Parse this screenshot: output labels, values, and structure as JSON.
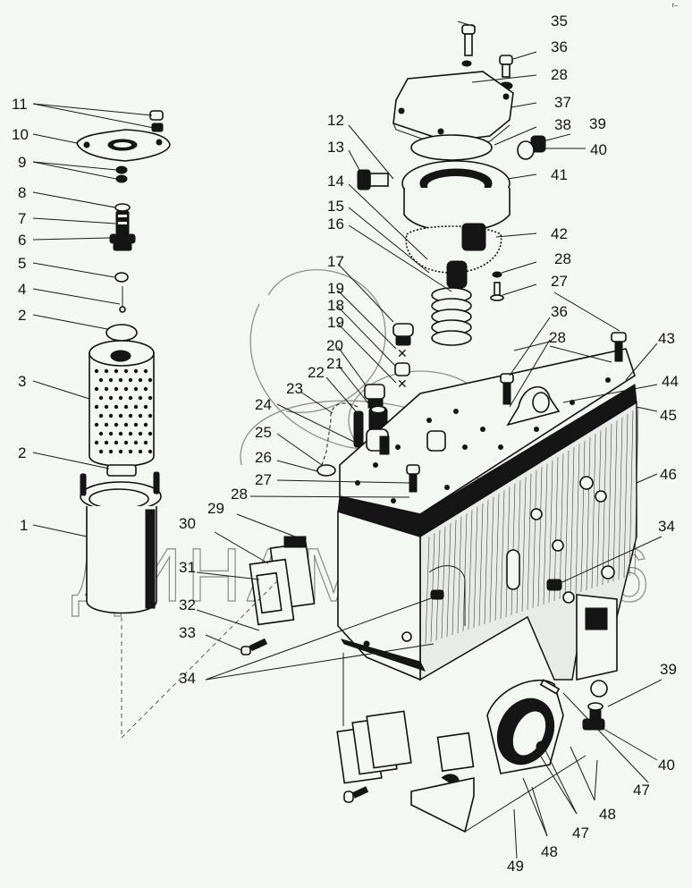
{
  "diagram": {
    "watermark": "ДИНАМИКА 76",
    "corner_mark": "r–",
    "colors": {
      "background": "#f4f8f2",
      "ink": "#141414",
      "watermark": "#8a8a8a"
    },
    "callouts": [
      {
        "id": "c1",
        "text": "1"
      },
      {
        "id": "c2a",
        "text": "2"
      },
      {
        "id": "c2b",
        "text": "2"
      },
      {
        "id": "c3",
        "text": "3"
      },
      {
        "id": "c4",
        "text": "4"
      },
      {
        "id": "c5",
        "text": "5"
      },
      {
        "id": "c6",
        "text": "6"
      },
      {
        "id": "c7",
        "text": "7"
      },
      {
        "id": "c8",
        "text": "8"
      },
      {
        "id": "c9",
        "text": "9"
      },
      {
        "id": "c10",
        "text": "10"
      },
      {
        "id": "c11",
        "text": "11"
      },
      {
        "id": "c12",
        "text": "12"
      },
      {
        "id": "c13",
        "text": "13"
      },
      {
        "id": "c14",
        "text": "14"
      },
      {
        "id": "c15",
        "text": "15"
      },
      {
        "id": "c16",
        "text": "16"
      },
      {
        "id": "c17",
        "text": "17"
      },
      {
        "id": "c19a",
        "text": "19"
      },
      {
        "id": "c18",
        "text": "18"
      },
      {
        "id": "c19b",
        "text": "19"
      },
      {
        "id": "c20",
        "text": "20"
      },
      {
        "id": "c21",
        "text": "21"
      },
      {
        "id": "c22",
        "text": "22"
      },
      {
        "id": "c23",
        "text": "23"
      },
      {
        "id": "c24",
        "text": "24"
      },
      {
        "id": "c25",
        "text": "25"
      },
      {
        "id": "c26",
        "text": "26"
      },
      {
        "id": "c27a",
        "text": "27"
      },
      {
        "id": "c28a",
        "text": "28"
      },
      {
        "id": "c29",
        "text": "29"
      },
      {
        "id": "c30",
        "text": "30"
      },
      {
        "id": "c31",
        "text": "31"
      },
      {
        "id": "c32",
        "text": "32"
      },
      {
        "id": "c33",
        "text": "33"
      },
      {
        "id": "c34a",
        "text": "34"
      },
      {
        "id": "c34b",
        "text": "34"
      },
      {
        "id": "c35",
        "text": "35"
      },
      {
        "id": "c36a",
        "text": "36"
      },
      {
        "id": "c28b",
        "text": "28"
      },
      {
        "id": "c37",
        "text": "37"
      },
      {
        "id": "c38",
        "text": "38"
      },
      {
        "id": "c39a",
        "text": "39"
      },
      {
        "id": "c40a",
        "text": "40"
      },
      {
        "id": "c41",
        "text": "41"
      },
      {
        "id": "c42",
        "text": "42"
      },
      {
        "id": "c28c",
        "text": "28"
      },
      {
        "id": "c27b",
        "text": "27"
      },
      {
        "id": "c36b",
        "text": "36"
      },
      {
        "id": "c28d",
        "text": "28"
      },
      {
        "id": "c43",
        "text": "43"
      },
      {
        "id": "c44",
        "text": "44"
      },
      {
        "id": "c45",
        "text": "45"
      },
      {
        "id": "c46",
        "text": "46"
      },
      {
        "id": "c39b",
        "text": "39"
      },
      {
        "id": "c40b",
        "text": "40"
      },
      {
        "id": "c47a",
        "text": "47"
      },
      {
        "id": "c48a",
        "text": "48"
      },
      {
        "id": "c47b",
        "text": "47"
      },
      {
        "id": "c48b",
        "text": "48"
      },
      {
        "id": "c49",
        "text": "49"
      }
    ]
  }
}
